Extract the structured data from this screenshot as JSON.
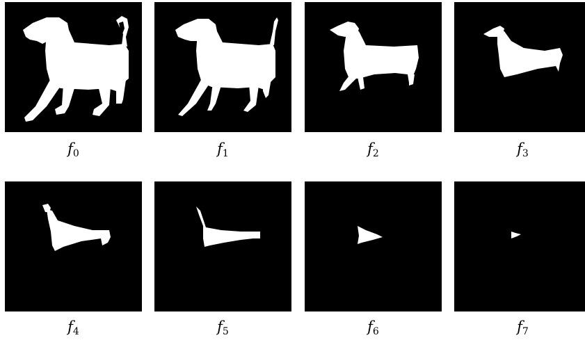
{
  "colors": {
    "background": "#000000",
    "shape": "#ffffff",
    "page": "#ffffff"
  },
  "figure": {
    "panels": [
      {
        "symbol": "f",
        "index": "0"
      },
      {
        "symbol": "f",
        "index": "1"
      },
      {
        "symbol": "f",
        "index": "2"
      },
      {
        "symbol": "f",
        "index": "3"
      },
      {
        "symbol": "f",
        "index": "4"
      },
      {
        "symbol": "f",
        "index": "5"
      },
      {
        "symbol": "f",
        "index": "6"
      },
      {
        "symbol": "f",
        "index": "7"
      }
    ]
  }
}
